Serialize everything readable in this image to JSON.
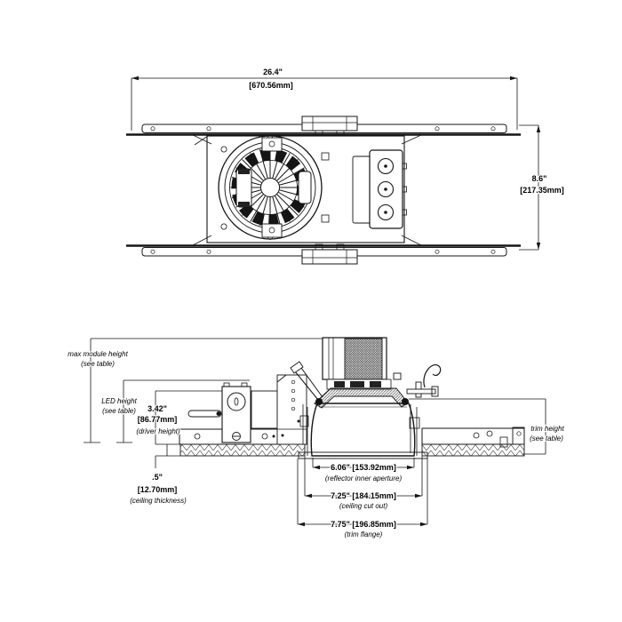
{
  "drawing": {
    "top_view": {
      "width_in": "26.4\"",
      "width_mm": "[670.56mm]",
      "height_in": "8.6\"",
      "height_mm": "[217.35mm]"
    },
    "side_view": {
      "max_module_height": {
        "l1": "max module height",
        "l2": "(see table)"
      },
      "led_height": {
        "l1": "LED height",
        "l2": "(see table)"
      },
      "driver_height": {
        "l1": "3.42\"",
        "l2": "[86.77mm]",
        "l3": "(driver height)"
      },
      "ceiling_thickness": {
        "l1": ".5\"",
        "l2": "[12.70mm]",
        "l3": "(ceiling thickness)"
      },
      "trim_height": {
        "l1": "trim height",
        "l2": "(see table)"
      },
      "reflector_aperture": {
        "value": "6.06\" [153.92mm]",
        "label": "(reflector inner aperture)"
      },
      "ceiling_cut_out": {
        "value": "7.25\" [184.15mm]",
        "label": "(ceiling cut out)"
      },
      "trim_flange": {
        "value": "7.75\" [196.85mm]",
        "label": "(trim flange)"
      }
    }
  }
}
